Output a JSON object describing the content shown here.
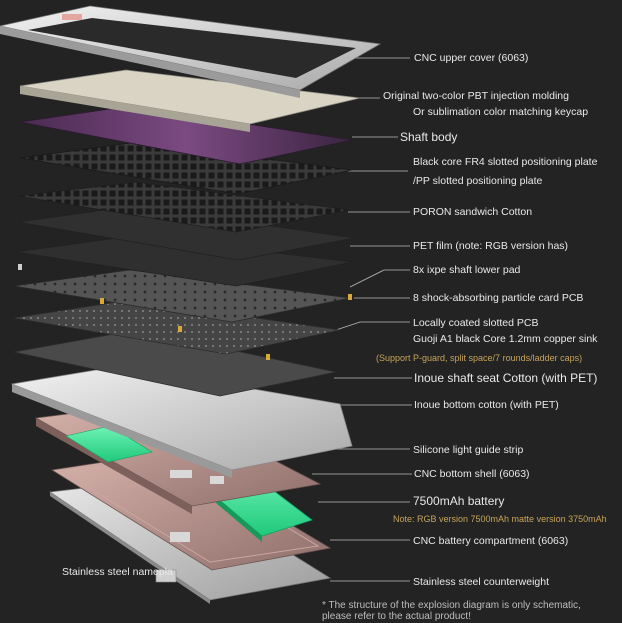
{
  "labels": {
    "cnc_upper_cover": "CNC upper cover (6063)",
    "pbt_keycap_line1": "Original two-color PBT injection molding",
    "pbt_keycap_line2": "Or sublimation color matching keycap",
    "shaft_body": "Shaft body",
    "positioning_plate_line1": "Black core FR4 slotted positioning plate",
    "positioning_plate_line2": "/PP slotted positioning plate",
    "poron_cotton": "PORON sandwich Cotton",
    "pet_film": "PET film (note: RGB version has)",
    "ixpe_pad": "8x ixpe shaft lower pad",
    "shock_pcb": "8 shock-absorbing particle card PCB",
    "pcb_line1": "Locally coated slotted PCB",
    "pcb_line2": "Guoji A1 black Core 1.2mm copper sink",
    "pcb_note": "(Support P-guard, split space/7 rounds/ladder caps)",
    "seat_cotton": "Inoue shaft seat Cotton (with PET)",
    "bottom_cotton": "Inoue bottom cotton (with PET)",
    "light_strip": "Silicone light guide strip",
    "cnc_bottom_shell": "CNC bottom shell (6063)",
    "battery": "7500mAh battery",
    "battery_note": "Note: RGB version 7500mAh matte version 3750mAh",
    "battery_compartment": "CNC battery compartment (6063)",
    "nameplate": "Stainless steel namepla",
    "counterweight": "Stainless steel counterweight",
    "footnote_line1": "* The structure of the explosion diagram is only schematic,",
    "footnote_line2": "please refer to the actual product!"
  },
  "colors": {
    "background": "#232323",
    "label_text": "#e9e9e9",
    "note_gold": "#c9a45a",
    "keycap_white": "#e8e4d6",
    "keycap_grey": "#8f8c86",
    "accent_pink": "#e3a7a0",
    "switch_purple": "#6e3f72",
    "battery_green": "#38e596",
    "bottom_pink": "#a98985",
    "aluminum": "#cfcfcf"
  }
}
